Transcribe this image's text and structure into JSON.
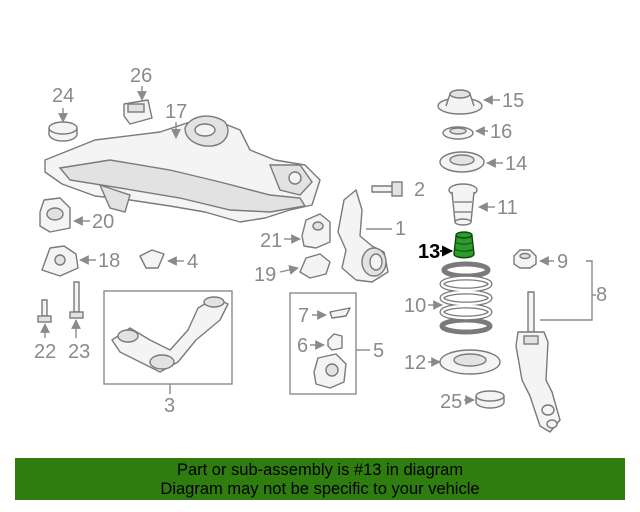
{
  "labels": {
    "p1": "1",
    "p2": "2",
    "p3": "3",
    "p4": "4",
    "p5": "5",
    "p6": "6",
    "p7": "7",
    "p8": "8",
    "p9": "9",
    "p10": "10",
    "p11": "11",
    "p12": "12",
    "p13": "13",
    "p14": "14",
    "p15": "15",
    "p16": "16",
    "p17": "17",
    "p18": "18",
    "p19": "19",
    "p20": "20",
    "p21": "21",
    "p22": "22",
    "p23": "23",
    "p24": "24",
    "p25": "25",
    "p26": "26"
  },
  "highlighted_part": "13",
  "colors": {
    "highlight": "#2e9a2e",
    "banner": "#2f7d0f",
    "line": "#8a8a8a"
  },
  "banner": {
    "line1": "Part or sub-assembly is #13 in diagram",
    "line2": "Diagram may not be specific to your vehicle"
  }
}
